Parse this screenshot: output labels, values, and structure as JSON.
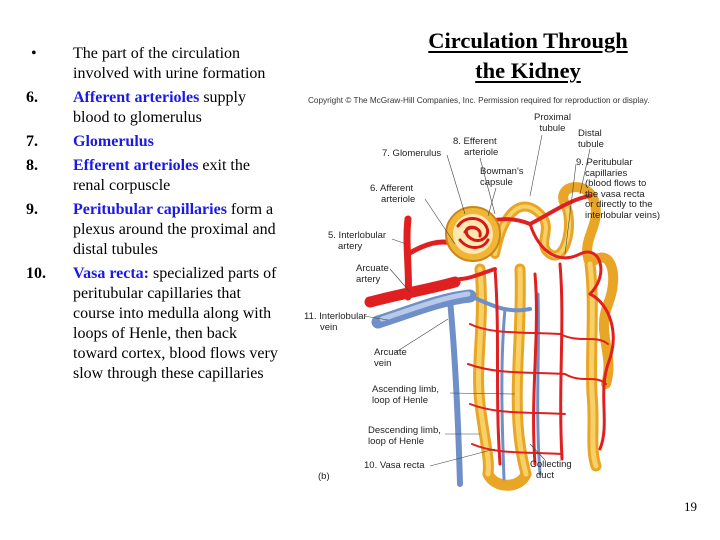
{
  "title_line1": "Circulation Through",
  "title_line2": "the Kidney",
  "items": [
    {
      "marker": "•",
      "term": "",
      "text": "The part of the circulation involved with urine formation"
    },
    {
      "marker": "6.",
      "term": "Afferent arterioles",
      "text": " supply blood to glomerulus"
    },
    {
      "marker": "7.",
      "term": "Glomerulus",
      "text": ""
    },
    {
      "marker": "8.",
      "term": "Efferent arterioles",
      "text": " exit the renal corpuscle"
    },
    {
      "marker": "9.",
      "term": "Peritubular capillaries",
      "text": " form a plexus around the proximal and distal tubules"
    },
    {
      "marker": "10.",
      "term": "Vasa recta:",
      "text": " specialized parts of peritubular capillaries that course into medulla along with loops of Henle, then back toward cortex, blood flows very slow through these capillaries"
    }
  ],
  "copyright": "Copyright © The McGraw-Hill Companies, Inc. Permission required for reproduction or display.",
  "figure": {
    "panel": "(b)",
    "labels": {
      "proximal_tubule": [
        "Proximal",
        "tubule"
      ],
      "distal_tubule": [
        "Distal",
        "tubule"
      ],
      "efferent_arteriole": [
        "8. Efferent",
        "arteriole"
      ],
      "glomerulus": "7. Glomerulus",
      "bowmans_capsule": [
        "Bowman's",
        "capsule"
      ],
      "peritubular": [
        "9. Peritubular",
        "capillaries",
        "(blood flows to",
        "the vasa recta",
        "or directly to the",
        "interlobular veins)"
      ],
      "afferent_arteriole": [
        "6. Afferent",
        "arteriole"
      ],
      "interlobular_artery": [
        "5. Interlobular",
        "artery"
      ],
      "arcuate_artery": [
        "Arcuate",
        "artery"
      ],
      "interlobular_vein": [
        "11. Interlobular",
        "vein"
      ],
      "arcuate_vein": [
        "Arcuate",
        "vein"
      ],
      "ascending_limb": [
        "Ascending limb,",
        "loop of Henle"
      ],
      "descending_limb": [
        "Descending limb,",
        "loop of Henle"
      ],
      "vasa_recta": "10. Vasa recta",
      "collecting_duct": [
        "Collecting",
        "duct"
      ]
    }
  },
  "colors": {
    "term": "#1a1ae6",
    "artery": "#e02020",
    "vein": "#6f8fc8",
    "tubule": "#f3b835"
  },
  "page_number": "19"
}
